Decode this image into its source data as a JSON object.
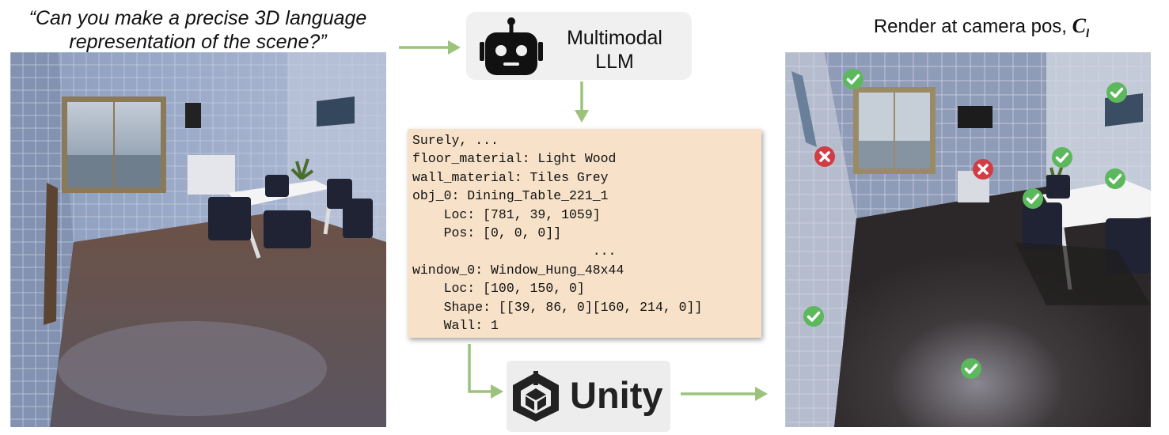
{
  "prompt": {
    "line1": "“Can you make a precise 3D language",
    "line2": "representation of the scene?”"
  },
  "llm": {
    "line1": "Multimodal",
    "line2": "LLM",
    "icon": "robot-icon"
  },
  "code_lines": [
    "Surely, ...",
    "floor_material: Light Wood",
    "wall_material: Tiles Grey",
    "obj_0: Dining_Table_221_1",
    "    Loc: [781, 39, 1059]",
    "    Pos: [0, 0, 0]]",
    "                       ...",
    "window_0: Window_Hung_48x44",
    "    Loc: [100, 150, 0]",
    "    Shape: [[39, 86, 0][160, 214, 0]]",
    "    Wall: 1"
  ],
  "unity": {
    "label": "Unity",
    "icon": "unity-logo-icon"
  },
  "render": {
    "title_prefix": "Render at camera pos, ",
    "camera_symbol": "C",
    "camera_subscript": "l"
  },
  "markers": {
    "check": [
      "check",
      "check",
      "check",
      "check",
      "check",
      "check",
      "check"
    ],
    "cross": [
      "cross",
      "cross"
    ]
  },
  "colors": {
    "arrow": "#9cc37c",
    "check": "#5cb85c",
    "cross": "#d23c45",
    "code_bg": "#f7e2c9",
    "box_bg": "#f0f0f0"
  }
}
